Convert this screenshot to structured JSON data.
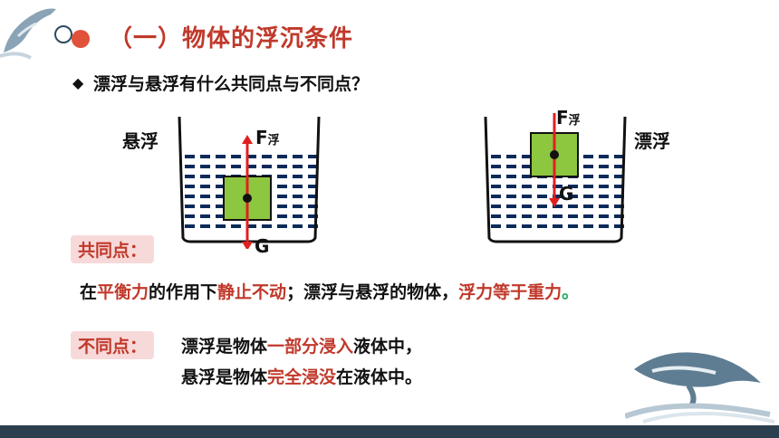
{
  "header": {
    "title": "（一）物体的浮沉条件"
  },
  "question": {
    "bullet": "◆",
    "text": "漂浮与悬浮有什么共同点与不同点？"
  },
  "diagrams": {
    "left_label": "悬浮",
    "right_label": "漂浮",
    "force_up": "F",
    "force_up_sub": "浮",
    "force_down": "G"
  },
  "common": {
    "tag": "共同点：",
    "parts": [
      {
        "text": "在",
        "style": "normal"
      },
      {
        "text": "平衡力",
        "style": "red"
      },
      {
        "text": "的作用下",
        "style": "normal"
      },
      {
        "text": "静止不动",
        "style": "red"
      },
      {
        "text": "；漂浮与悬浮的物体，",
        "style": "normal"
      },
      {
        "text": "浮力等于重力",
        "style": "red"
      },
      {
        "text": "。",
        "style": "green"
      }
    ]
  },
  "difference": {
    "tag": "不同点：",
    "line1": [
      {
        "text": "漂浮是物体",
        "style": "normal"
      },
      {
        "text": "一部分浸入",
        "style": "red"
      },
      {
        "text": "液体中，",
        "style": "normal"
      }
    ],
    "line2": [
      {
        "text": "悬浮是物体",
        "style": "normal"
      },
      {
        "text": "完全浸没",
        "style": "red"
      },
      {
        "text": "在液体中。",
        "style": "normal"
      }
    ]
  },
  "colors": {
    "accent": "#c0392b",
    "water": "#0b2a5a",
    "block": "#8dc63f",
    "arrow": "#e02020",
    "footer": "#2b3f4e"
  }
}
